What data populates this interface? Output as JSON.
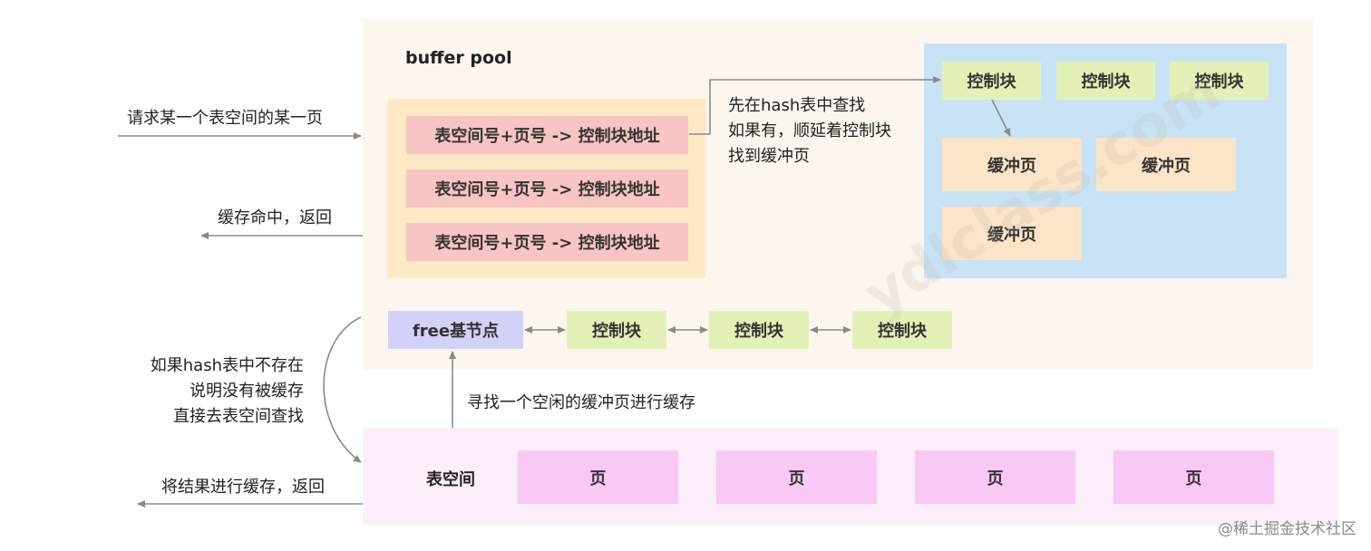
{
  "buffer_pool": {
    "title": "buffer pool",
    "hash_entries": [
      "表空间号+页号 -> 控制块地址",
      "表空间号+页号 -> 控制块地址",
      "表空间号+页号 -> 控制块地址"
    ],
    "control_blocks": [
      "控制块",
      "控制块",
      "控制块"
    ],
    "cache_pages": [
      "缓冲页",
      "缓冲页",
      "缓冲页"
    ],
    "free_list": {
      "head": "free基节点",
      "nodes": [
        "控制块",
        "控制块",
        "控制块"
      ]
    }
  },
  "labels": {
    "request": "请求某一个表空间的某一页",
    "hit_return": "缓存命中，返回",
    "lookup_line1": "先在hash表中查找",
    "lookup_line2": "如果有，顺延着控制块",
    "lookup_line3": "找到缓冲页",
    "miss_line1": "如果hash表中不存在",
    "miss_line2": "说明没有被缓存",
    "miss_line3": "直接去表空间查找",
    "find_free": "寻找一个空闲的缓冲页进行缓存",
    "cache_return": "将结果进行缓存，返回"
  },
  "tablespace": {
    "title": "表空间",
    "pages": [
      "页",
      "页",
      "页",
      "页"
    ]
  },
  "watermark": "ydlclass.com",
  "credit": "@稀土掘金技术社区",
  "colors": {
    "pool_bg": "#fcf6ef",
    "hash_group": "#fde9c4",
    "hash_entry": "#f9c4c4",
    "blue_area": "#c7e3f5",
    "control_block": "#e3f1b6",
    "cache_page": "#fbe4c7",
    "free_head": "#d2d1f8",
    "tablespace_bg": "#fdeefb",
    "tablespace_page": "#f9c8f4",
    "arrow": "#8a8a8a"
  }
}
